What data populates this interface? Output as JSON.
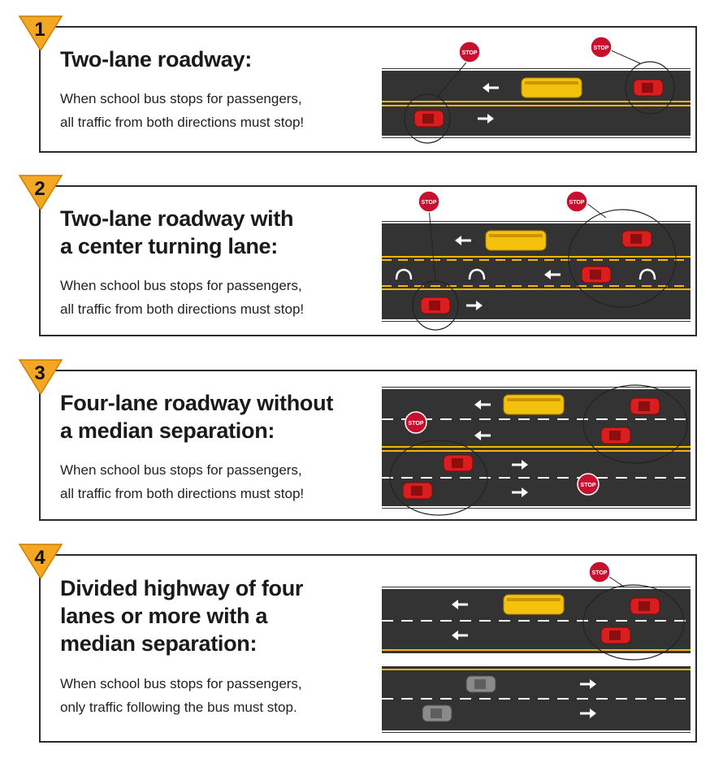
{
  "steps": [
    {
      "number": "1",
      "title_lines": [
        "Two-lane roadway:"
      ],
      "desc_lines": [
        "When school bus stops for passengers,",
        "all traffic from both directions must stop!"
      ]
    },
    {
      "number": "2",
      "title_lines": [
        "Two-lane roadway with",
        "a center turning lane:"
      ],
      "desc_lines": [
        "When school bus stops for passengers,",
        "all traffic from both directions must stop!"
      ]
    },
    {
      "number": "3",
      "title_lines": [
        "Four-lane roadway without",
        "a median separation:"
      ],
      "desc_lines": [
        "When school bus stops for passengers,",
        "all traffic from both directions must stop!"
      ]
    },
    {
      "number": "4",
      "title_lines": [
        "Divided highway of four",
        "lanes or more with a",
        "median separation:"
      ],
      "desc_lines": [
        "When school bus stops for passengers,",
        "only traffic following the bus must stop."
      ]
    }
  ],
  "stop_sign_text": "STOP",
  "colors": {
    "badge": "#f5a623",
    "road": "#333333",
    "center_line": "#f2b705",
    "bus": "#f4c20d",
    "stopped_car": "#d81e1e",
    "moving_car": "#8a8a8a",
    "stop_sign": "#c8102e"
  }
}
